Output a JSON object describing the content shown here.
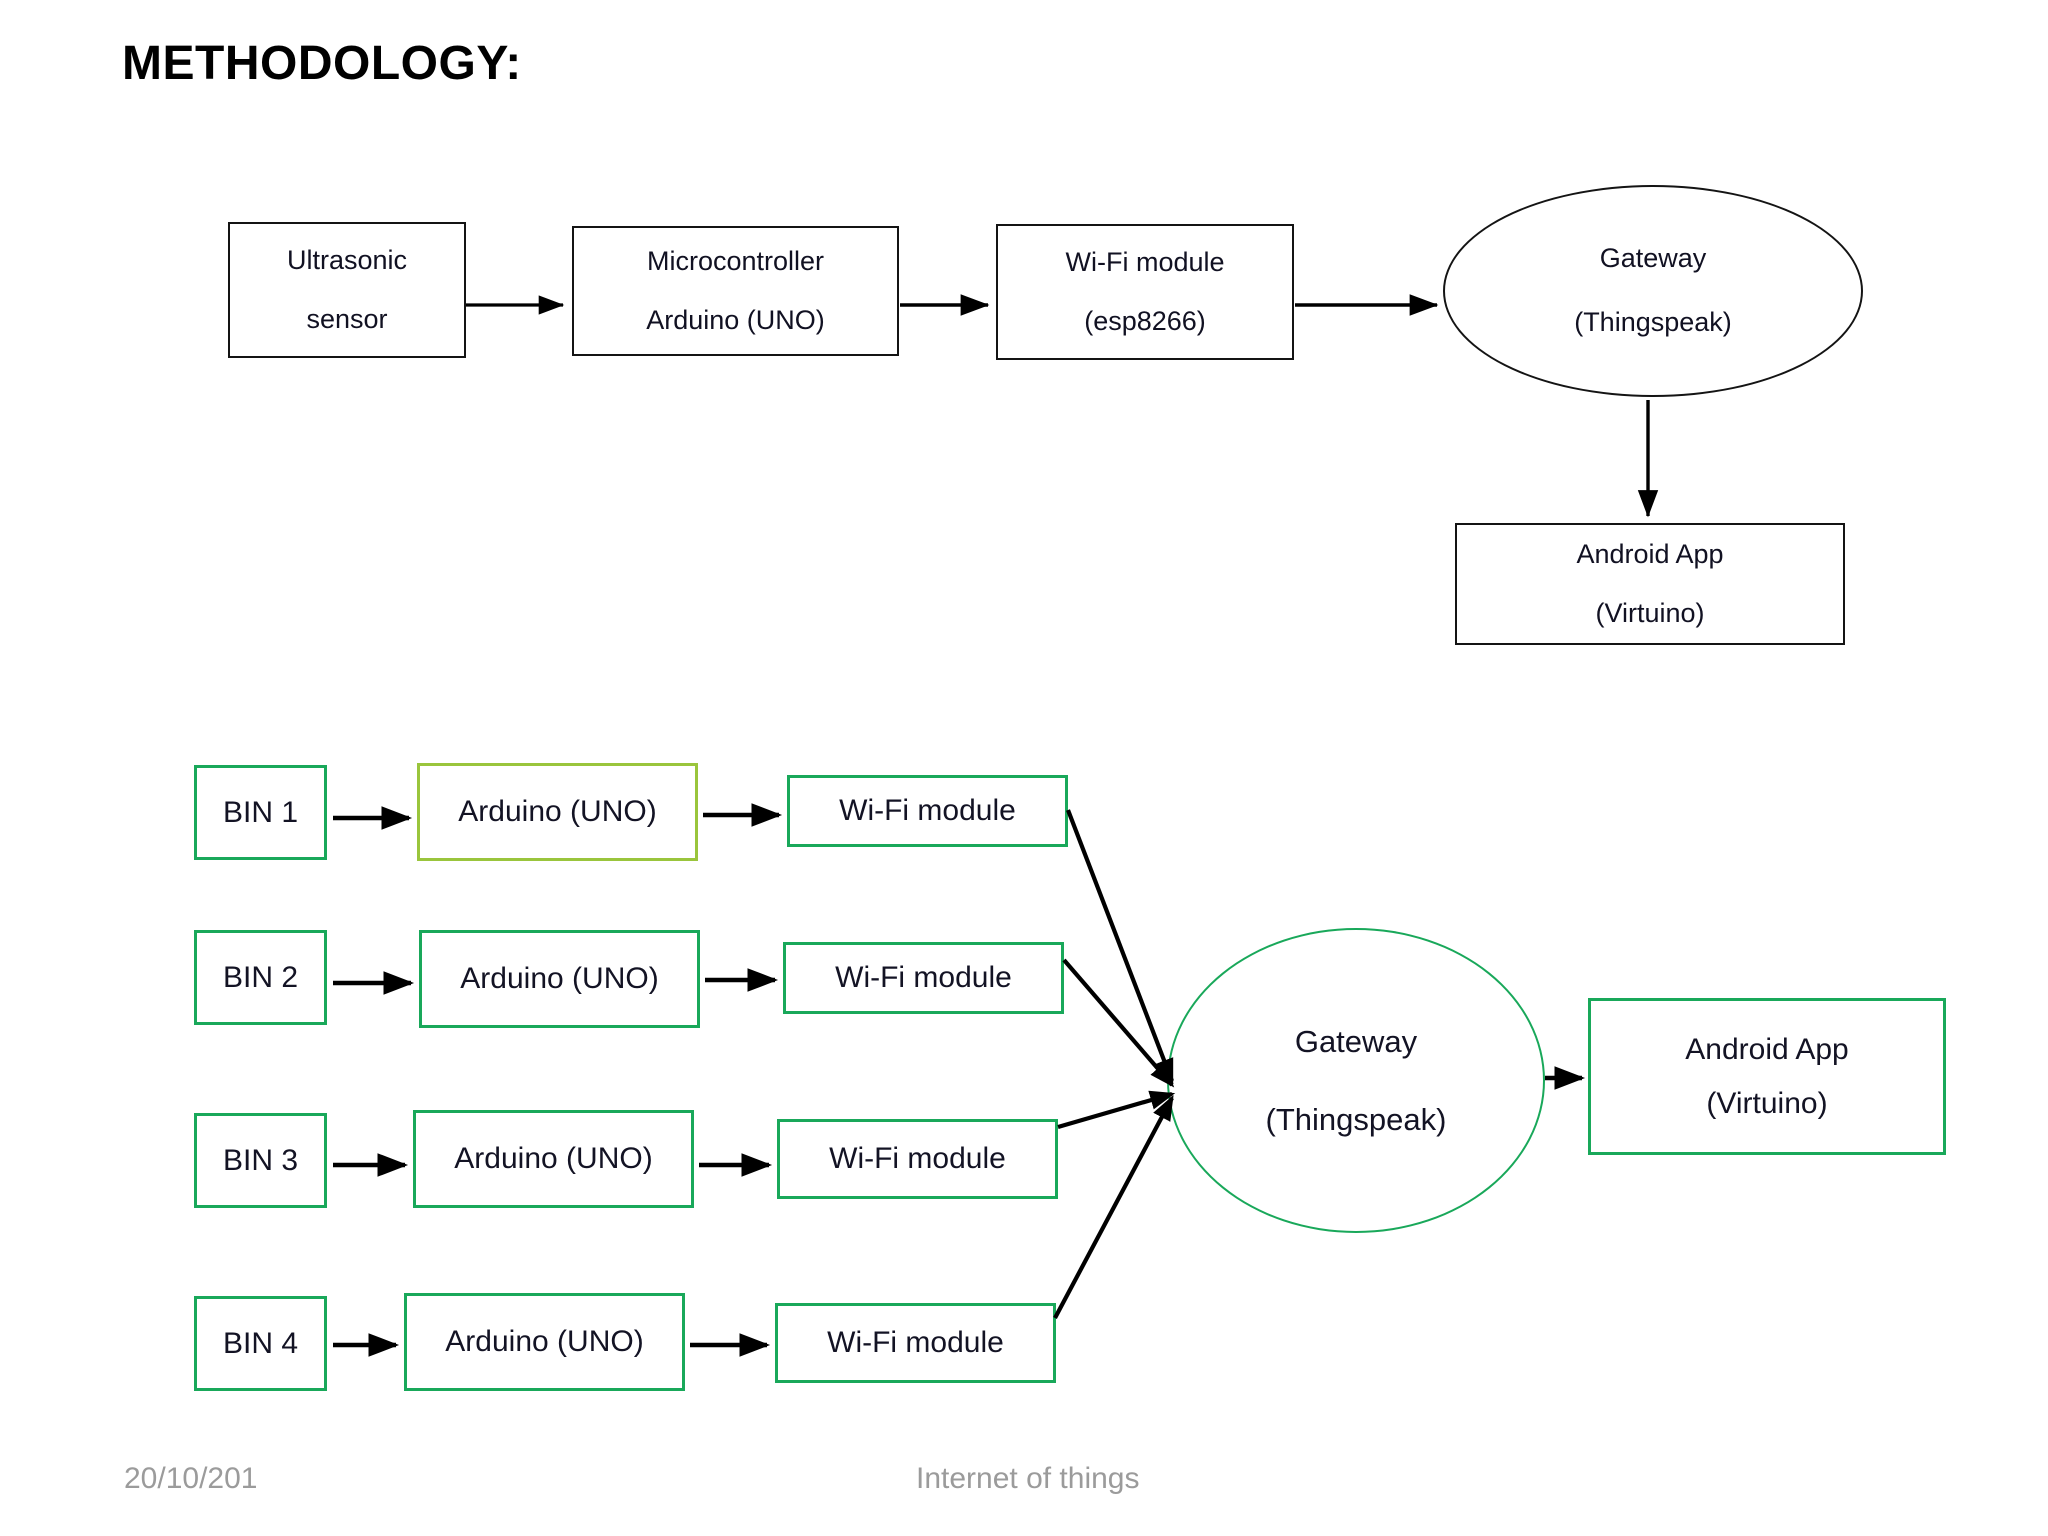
{
  "slide": {
    "title": "METHODOLOGY:",
    "background": "#ffffff"
  },
  "colors": {
    "outline_black": "#141414",
    "outline_green": "#19a85a",
    "outline_olive": "#9ac53c",
    "text_dark": "#111122",
    "footer_gray": "#9b9b9b",
    "arrow_black": "#000000"
  },
  "diagram_top": {
    "name": "single-bin-block-diagram",
    "nodes": [
      {
        "id": "ultrasonic-sensor",
        "shape": "rect",
        "line1": "Ultrasonic",
        "line2": "sensor"
      },
      {
        "id": "microcontroller",
        "shape": "rect",
        "line1": "Microcontroller",
        "line2": "Arduino (UNO)"
      },
      {
        "id": "wifi-module",
        "shape": "rect",
        "line1": "Wi-Fi module",
        "line2": "(esp8266)"
      },
      {
        "id": "gateway",
        "shape": "ellipse",
        "line1": "Gateway",
        "line2": "(Thingspeak)"
      },
      {
        "id": "android-app",
        "shape": "rect",
        "line1": "Android App",
        "line2": "(Virtuino)"
      }
    ],
    "edges": [
      {
        "from": "ultrasonic-sensor",
        "to": "microcontroller"
      },
      {
        "from": "microcontroller",
        "to": "wifi-module"
      },
      {
        "from": "wifi-module",
        "to": "gateway"
      },
      {
        "from": "gateway",
        "to": "android-app"
      }
    ]
  },
  "diagram_bottom": {
    "name": "multi-bin-block-diagram",
    "rows": [
      {
        "bin": "BIN 1",
        "arduino": "Arduino (UNO)",
        "wifi": "Wi-Fi module",
        "arduino_outline": "olive"
      },
      {
        "bin": "BIN 2",
        "arduino": "Arduino (UNO)",
        "wifi": "Wi-Fi module",
        "arduino_outline": "green"
      },
      {
        "bin": "BIN 3",
        "arduino": "Arduino (UNO)",
        "wifi": "Wi-Fi module",
        "arduino_outline": "green"
      },
      {
        "bin": "BIN 4",
        "arduino": "Arduino (UNO)",
        "wifi": "Wi-Fi module",
        "arduino_outline": "green"
      }
    ],
    "gateway": {
      "line1": "Gateway",
      "line2": "(Thingspeak)"
    },
    "android_app": {
      "line1": "Android App",
      "line2": "(Virtuino)"
    }
  },
  "footer": {
    "date": "20/10/201",
    "center": "Internet of things"
  }
}
